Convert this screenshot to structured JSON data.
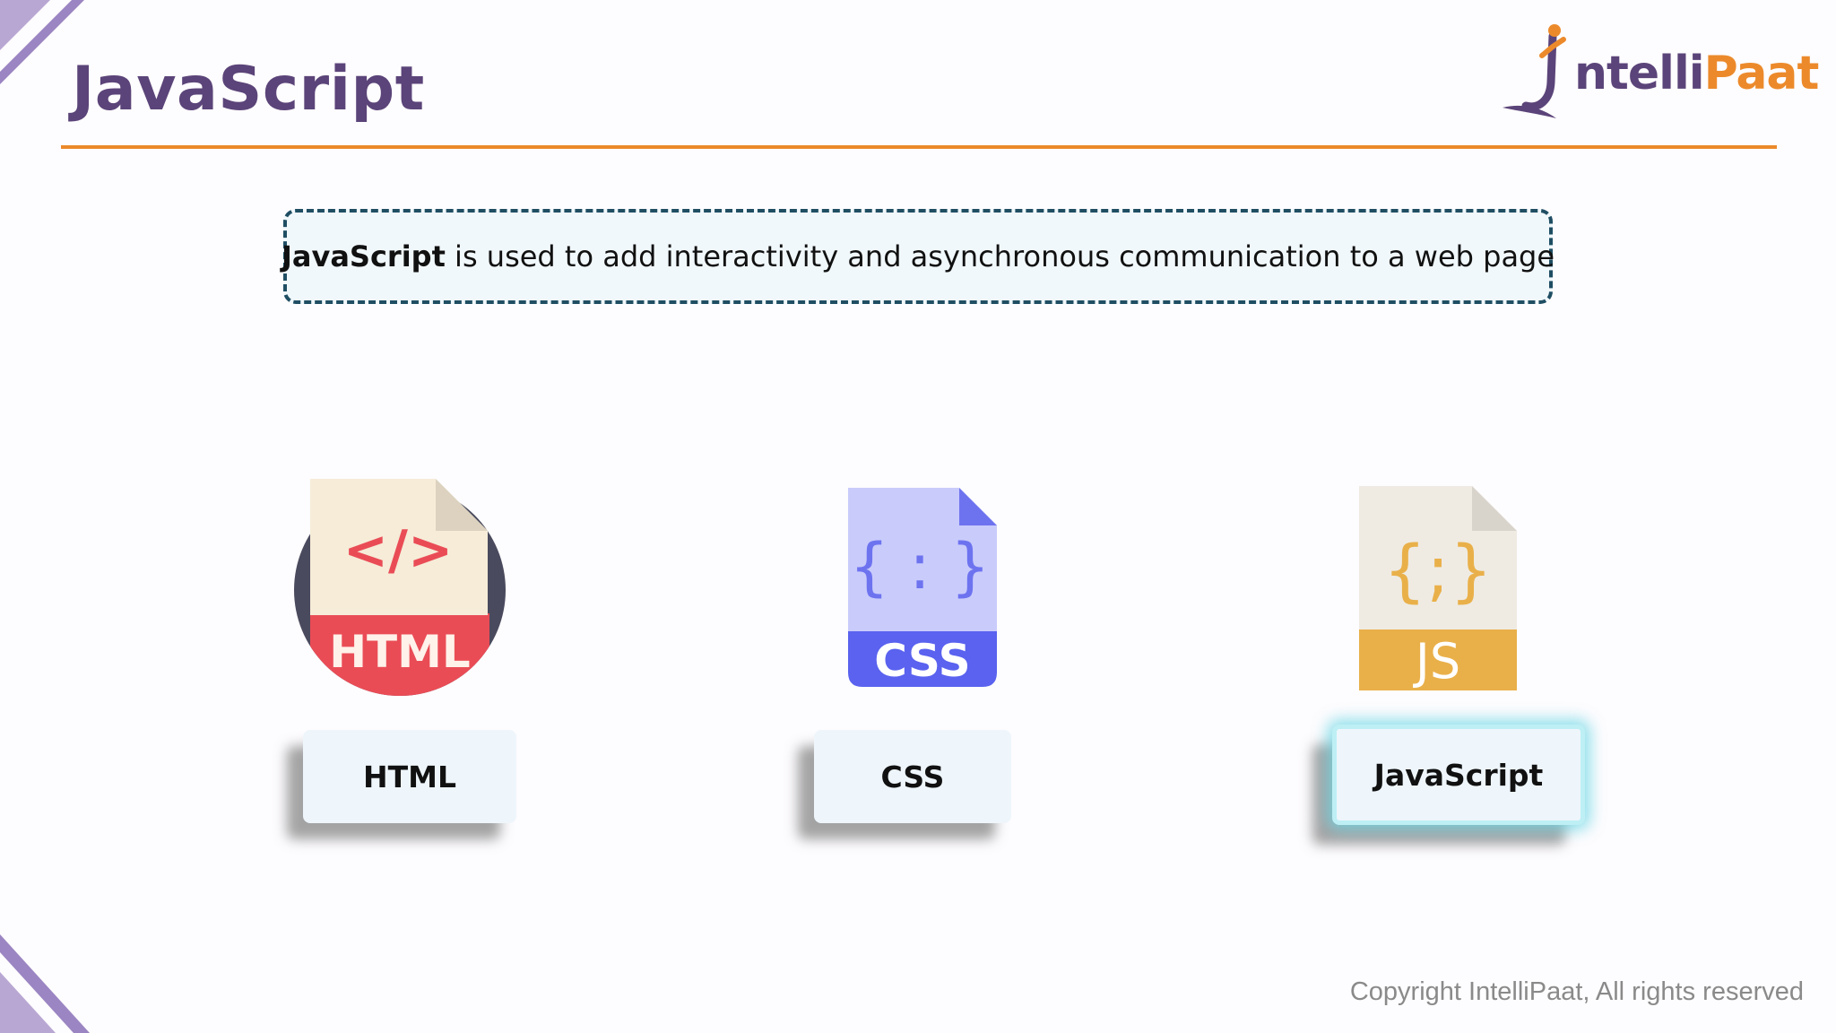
{
  "slide": {
    "title": "JavaScript",
    "logo": {
      "text_part1": "ntelli",
      "text_part2": "Paat"
    },
    "callout": {
      "bold": "JavaScript",
      "rest": " is used to add interactivity and asynchronous communication to a web page"
    },
    "items": [
      {
        "icon_name": "html-file-icon",
        "icon_text": "HTML",
        "icon_code": "</>",
        "label": "HTML"
      },
      {
        "icon_name": "css-file-icon",
        "icon_text": "CSS",
        "icon_code": "{ : }",
        "label": "CSS"
      },
      {
        "icon_name": "js-file-icon",
        "icon_text": "JS",
        "icon_code": "{;}",
        "label": "JavaScript",
        "highlighted": true
      }
    ],
    "copyright": "Copyright IntelliPaat, All rights reserved",
    "colors": {
      "title": "#5b4479",
      "rule": "#ec8a2b",
      "callout_border": "#1f4e63",
      "html_red": "#ea4c56",
      "css_blue": "#5a62ef",
      "js_yellow": "#e9b04a"
    }
  }
}
